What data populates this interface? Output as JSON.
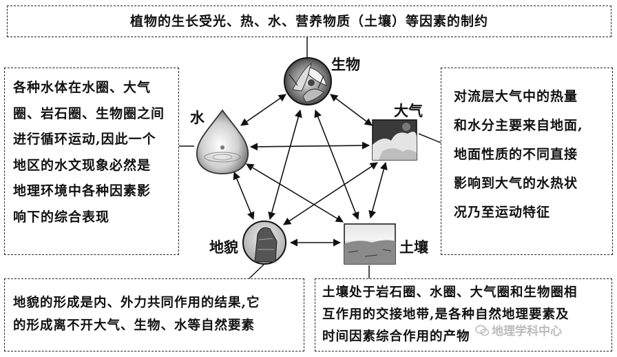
{
  "top_note": "植物的生长受光、热、水、营养物质（土壤）等因素的制约",
  "nodes": {
    "biology": "生物",
    "water": "水",
    "atmosphere": "大气",
    "landform": "地貌",
    "soil": "土壤"
  },
  "notes": {
    "water": [
      "各种水体在水圈、大气",
      "圈、岩石圈、生物圈之间",
      "进行循环运动,因此一个",
      "地区的水文现象必然是",
      "地理环境中各种因素影",
      "响下的综合表现"
    ],
    "atmosphere": [
      "对流层大气中的热量",
      "和水分主要来自地面,",
      "地面性质的不同直接",
      "影响到大气的水热状",
      "况乃至运动特征"
    ],
    "landform": [
      "地貌的形成是内、外力共同作用的结果,它",
      "的形成离不开大气、生物、水等自然要素"
    ],
    "soil": [
      "土壤处于岩石圈、水圈、大气圈和生物圈相",
      "互作用的交接地带,是各种自然地理要素及",
      "时间因素综合作用的产物"
    ]
  },
  "watermark": "地理学科中心"
}
